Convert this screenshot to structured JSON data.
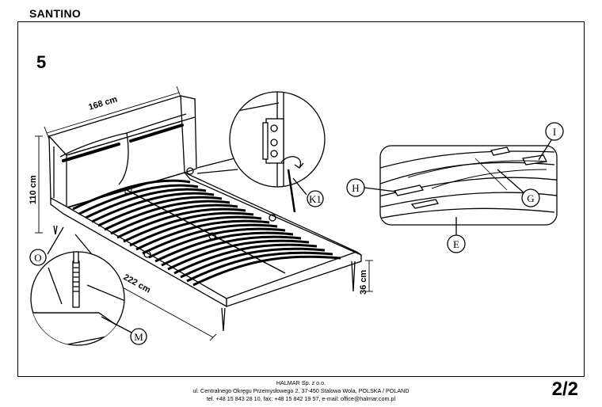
{
  "product": {
    "name": "SANTINO"
  },
  "step": {
    "number": "5"
  },
  "dimensions": {
    "width": "168 cm",
    "height": "110 cm",
    "length": "222 cm",
    "leg_height": "36 cm"
  },
  "callouts": {
    "k1": "K1",
    "o": "O",
    "m": "M",
    "h": "H",
    "i": "I",
    "g": "G",
    "e": "E"
  },
  "footer": {
    "company": "HALMAR Sp. z o.o.",
    "address": "ul. Centralnego Okręgu Przemysłowego 2, 37-450 Stalowa Wola, POLSKA / POLAND",
    "contact": "tel. +48 15 843 28 10, fax: +48 15 842 19 57, e-mail: office@halmar.com.pl"
  },
  "page": {
    "number": "2/2"
  }
}
